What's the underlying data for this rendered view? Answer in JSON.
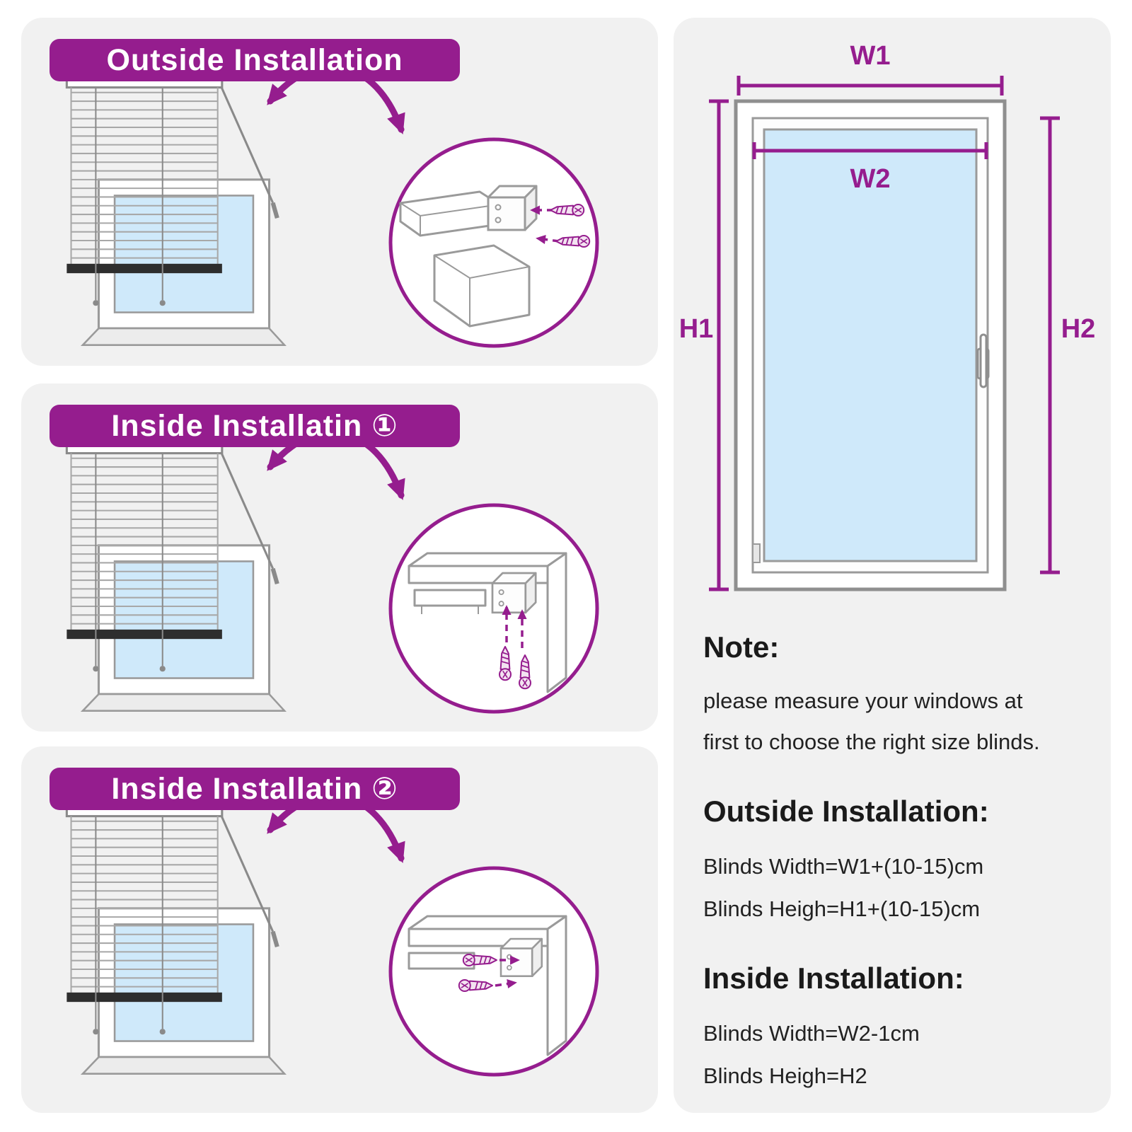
{
  "colors": {
    "accent": "#951d8e",
    "panel_bg": "#f1f1f1",
    "glass_blue": "#cfe9fa",
    "banner_text": "#ffffff",
    "bottom_rail": "#2e2e2e",
    "line_gray": "#9a9a9a"
  },
  "panels": {
    "outside": {
      "title": "Outside Installation"
    },
    "inside1": {
      "title": "Inside Installatin ①"
    },
    "inside2": {
      "title": "Inside Installatin ②"
    }
  },
  "diagram": {
    "w1": "W1",
    "w2": "W2",
    "h1": "H1",
    "h2": "H2"
  },
  "notes": {
    "note_heading": "Note:",
    "note_line1": "please measure your windows at",
    "note_line2": "first to choose the right size blinds.",
    "outside_heading": "Outside Installation:",
    "outside_width": "Blinds Width=W1+(10-15)cm",
    "outside_height": "Blinds Heigh=H1+(10-15)cm",
    "inside_heading": "Inside Installation:",
    "inside_width": "Blinds Width=W2-1cm",
    "inside_height": "Blinds Heigh=H2"
  }
}
